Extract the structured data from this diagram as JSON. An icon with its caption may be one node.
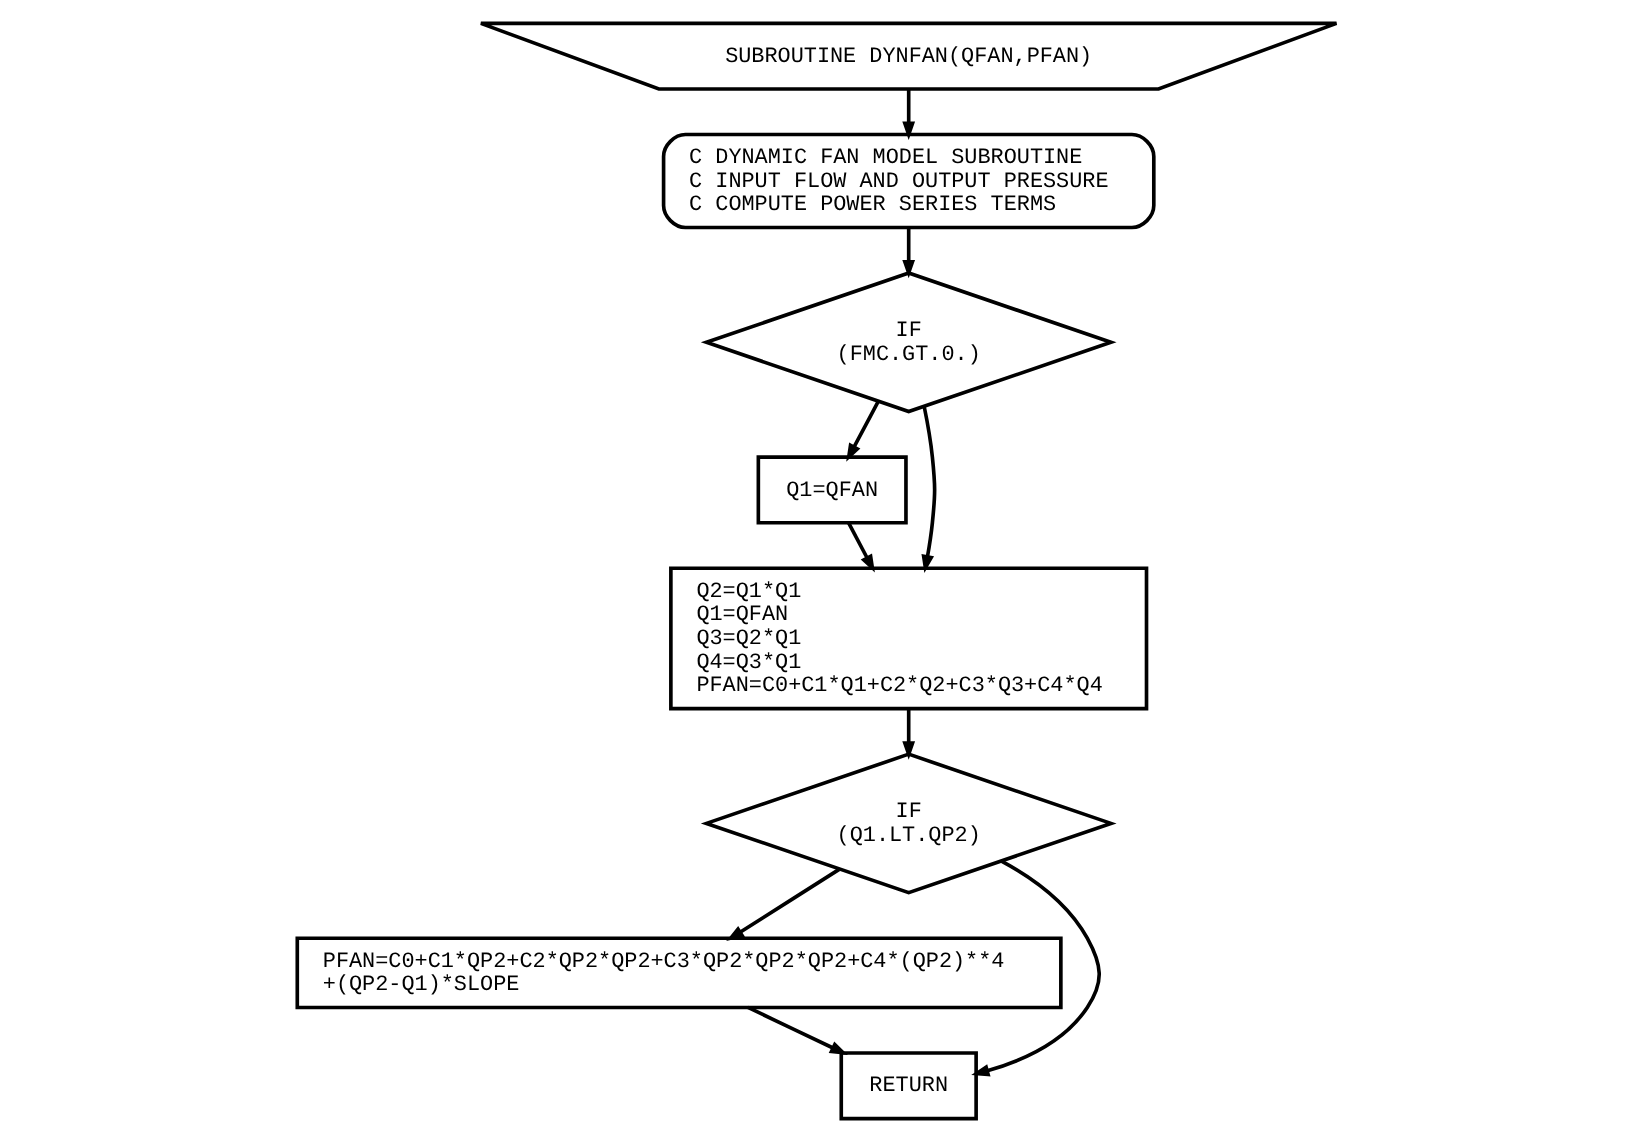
{
  "diagram": {
    "nodes": [
      {
        "text": [
          "SUBROUTINE DYNFAN(QFAN,PFAN)"
        ]
      },
      {
        "text": [
          "C DYNAMIC FAN MODEL SUBROUTINE",
          "C INPUT FLOW AND OUTPUT PRESSURE",
          "C COMPUTE POWER SERIES TERMS"
        ]
      },
      {
        "text": [
          "IF",
          "(FMC.GT.0.)"
        ]
      },
      {
        "text": [
          "Q1=QFAN"
        ]
      },
      {
        "text": [
          "Q2=Q1*Q1",
          "Q1=QFAN",
          "Q3=Q2*Q1",
          "Q4=Q3*Q1",
          "PFAN=C0+C1*Q1+C2*Q2+C3*Q3+C4*Q4"
        ]
      },
      {
        "text": [
          "IF",
          "(Q1.LT.QP2)"
        ]
      },
      {
        "text": [
          "PFAN=C0+C1*QP2+C2*QP2*QP2+C3*QP2*QP2*QP2+C4*(QP2)**4",
          "+(QP2-Q1)*SLOPE"
        ]
      },
      {
        "text": [
          "RETURN"
        ]
      }
    ],
    "edges": [
      {
        "from": 0,
        "to": 1,
        "arrow": "to"
      },
      {
        "from": 1,
        "to": 2,
        "arrow": "to"
      },
      {
        "from": 2,
        "to": 3,
        "arrow": "to"
      },
      {
        "from": 3,
        "to": 4,
        "arrow": "to"
      },
      {
        "from": 2,
        "to": 4,
        "arrow": "to"
      },
      {
        "from": 4,
        "to": 5,
        "arrow": "to"
      },
      {
        "from": 5,
        "to": 6,
        "arrow": "to"
      },
      {
        "from": 6,
        "to": 7,
        "arrow": "to"
      },
      {
        "from": 5,
        "to": 7,
        "arrow": "to"
      }
    ]
  }
}
